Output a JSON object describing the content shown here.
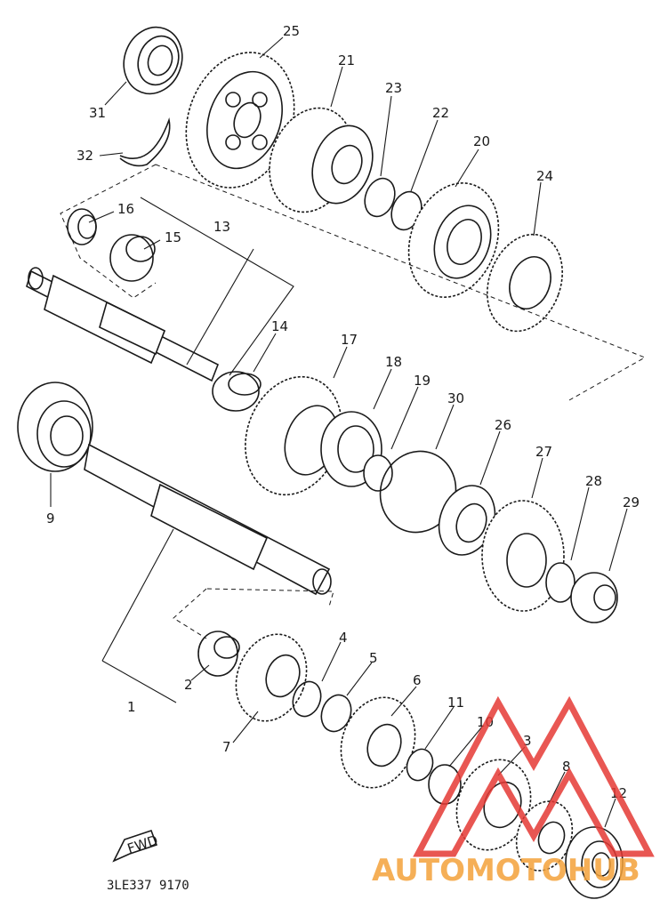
{
  "diagram_code": "3LE337 9170",
  "fwd_label": "FWD",
  "watermark": {
    "text": "AUTOMOTOHUB",
    "color_orange": "#f4a23a",
    "color_red": "#e53935"
  },
  "callouts": [
    "1",
    "2",
    "3",
    "4",
    "5",
    "6",
    "7",
    "8",
    "9",
    "10",
    "11",
    "12",
    "13",
    "14",
    "15",
    "16",
    "17",
    "18",
    "19",
    "20",
    "21",
    "22",
    "23",
    "24",
    "25",
    "26",
    "27",
    "28",
    "29",
    "30",
    "31",
    "32"
  ]
}
